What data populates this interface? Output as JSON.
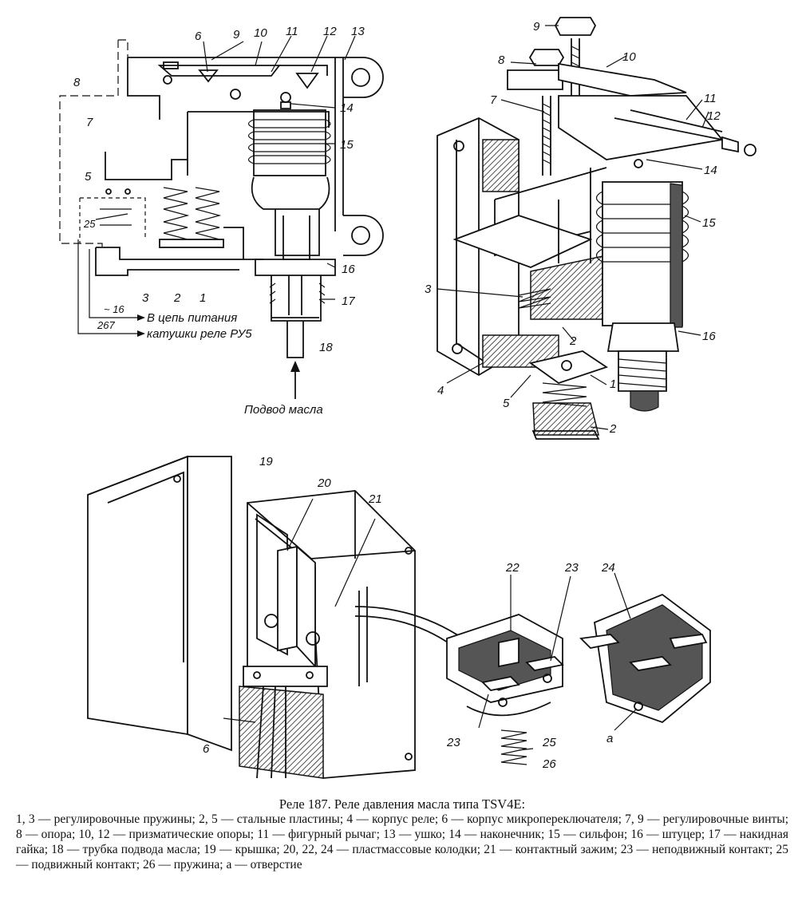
{
  "schematic": {
    "top_numbers": [
      "6",
      "9",
      "10",
      "11",
      "12",
      "13"
    ],
    "side_numbers": [
      "14",
      "15",
      "16",
      "17",
      "18"
    ],
    "left_numbers": [
      "8",
      "7",
      "5",
      "25"
    ],
    "bottom_numbers": [
      "3",
      "2",
      "1"
    ],
    "wire_labels": [
      "~ 16",
      "267"
    ],
    "circuit_text_1": "В цепь питания",
    "circuit_text_2": "катушки реле РУ5",
    "oil_supply": "Подвод масла"
  },
  "cutaway": {
    "labels": [
      "9",
      "8",
      "10",
      "7",
      "11",
      "12",
      "14",
      "15",
      "3",
      "2",
      "16",
      "4",
      "5",
      "1",
      "2"
    ]
  },
  "exploded": {
    "labels": [
      "19",
      "20",
      "21",
      "22",
      "23",
      "24",
      "6",
      "23",
      "25",
      "26",
      "а"
    ]
  },
  "caption": {
    "title": "Реле 187. Реле давления масла типа TSV4E:",
    "body": "1, 3 — регулировочные пружины; 2, 5 — стальные пластины; 4 — корпус реле; 6 — корпус микропереключателя; 7, 9 — регулировочные винты; 8 — опора; 10, 12 — призматические опоры; 11 — фигурный рычаг; 13 — ушко; 14 — наконечник; 15 — сильфон; 16 — штуцер; 17 — накидная гайка; 18 — трубка подвода масла; 19 — крышка; 20, 22, 24 — пластмассовые колодки; 21 — контактный зажим; 23 — неподвижный контакт; 25 — подвижный контакт; 26 — пружина; а — отверстие"
  }
}
